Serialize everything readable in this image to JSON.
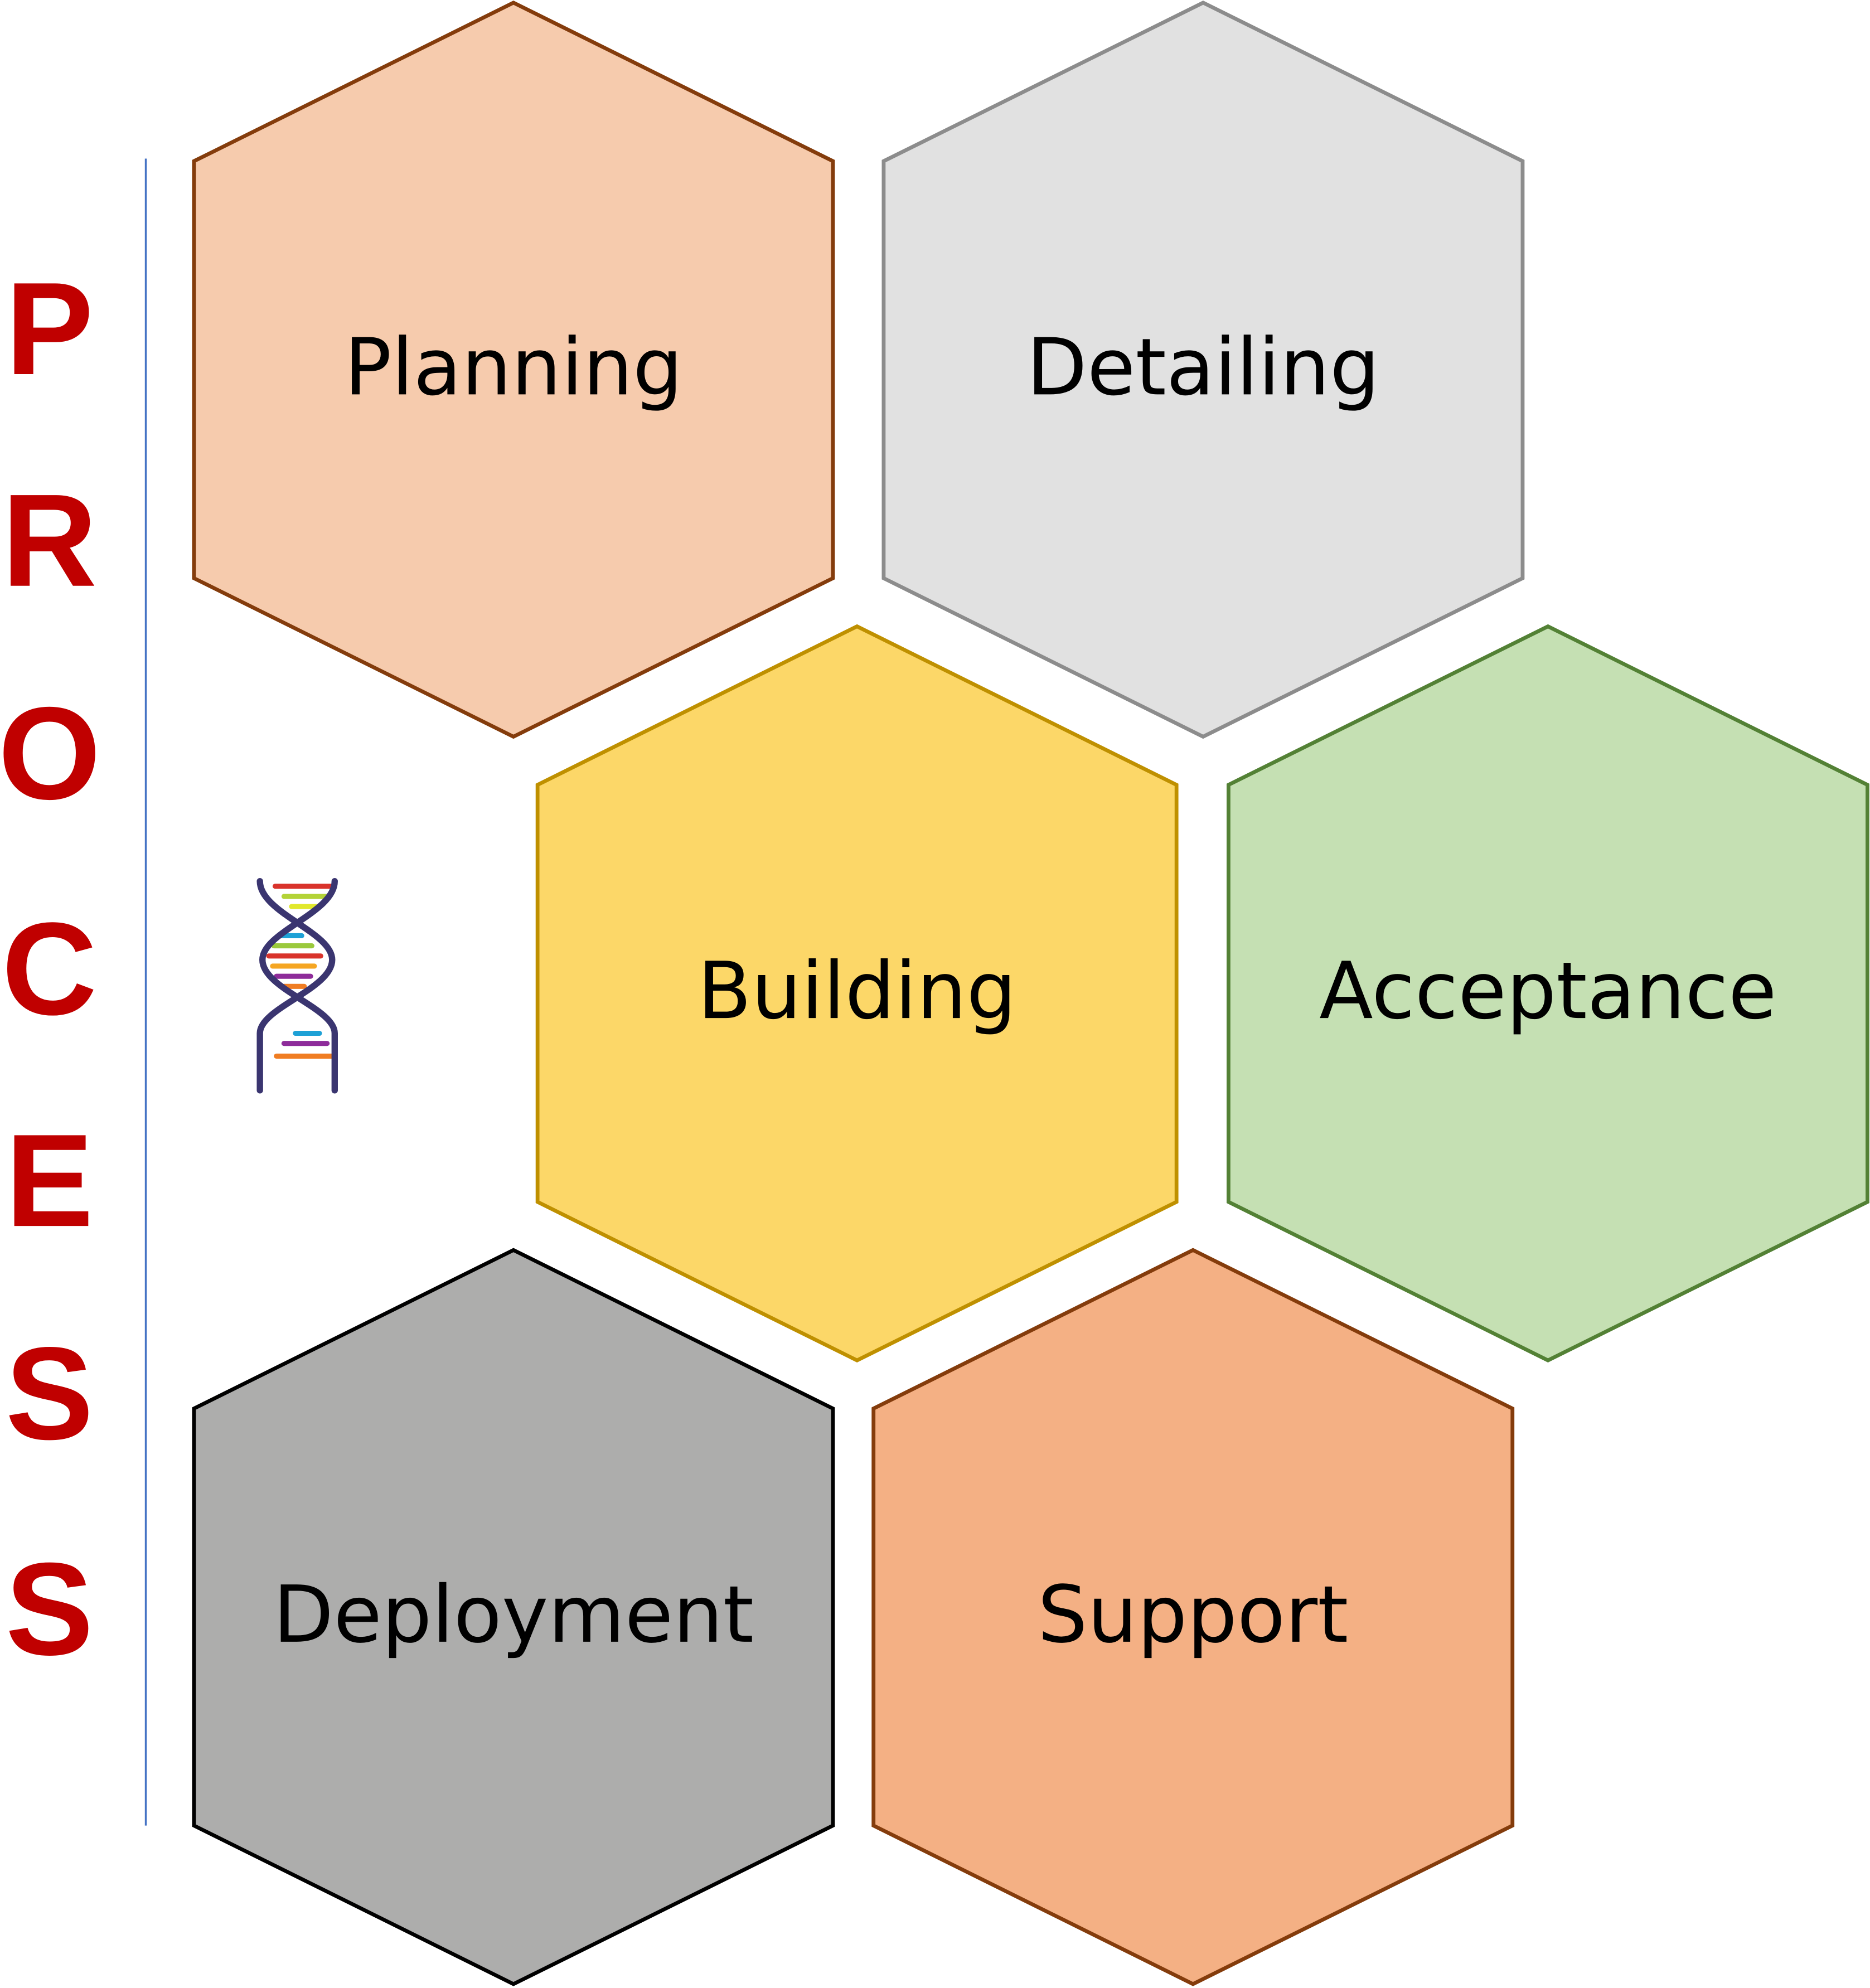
{
  "title_letters": [
    "P",
    "R",
    "O",
    "C",
    "E",
    "S",
    "S"
  ],
  "title_color": "#c00000",
  "divider_color": "#4472c4",
  "stages": [
    {
      "label": "Planning",
      "fill": "#f6cbad",
      "stroke": "#843c0c"
    },
    {
      "label": "Detailing",
      "fill": "#e1e1e1",
      "stroke": "#8c8c8c"
    },
    {
      "label": "Building",
      "fill": "#fcd768",
      "stroke": "#bf9000"
    },
    {
      "label": "Acceptance",
      "fill": "#c5e0b3",
      "stroke": "#538135"
    },
    {
      "label": "Deployment",
      "fill": "#adadac",
      "stroke": "#000000"
    },
    {
      "label": "Support",
      "fill": "#f4b084",
      "stroke": "#843c0c"
    }
  ],
  "icon": "dna-icon"
}
